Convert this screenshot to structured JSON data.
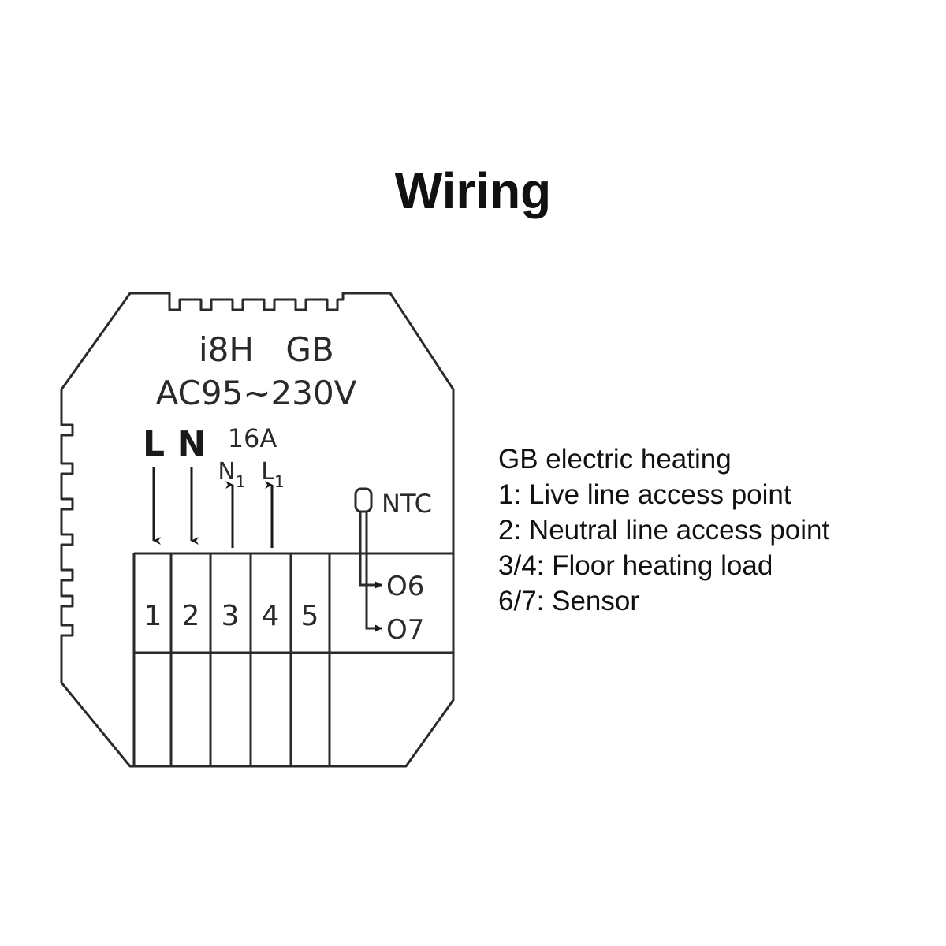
{
  "title": "Wiring",
  "device": {
    "model": "i8H",
    "variant": "GB",
    "voltage": "AC95~230V",
    "rating": "16A",
    "supply_labels": [
      "L",
      "N"
    ],
    "load_labels": [
      {
        "main": "N",
        "sub": "1"
      },
      {
        "main": "L",
        "sub": "1"
      }
    ],
    "sensor_label": "NTC",
    "terminals": [
      "1",
      "2",
      "3",
      "4",
      "5"
    ],
    "sensor_terminals": [
      "O6",
      "O7"
    ]
  },
  "legend": {
    "heading": "GB electric heating",
    "items": [
      "1: Live line access point",
      "2: Neutral line access point",
      "3/4: Floor heating load",
      "6/7: Sensor"
    ]
  }
}
